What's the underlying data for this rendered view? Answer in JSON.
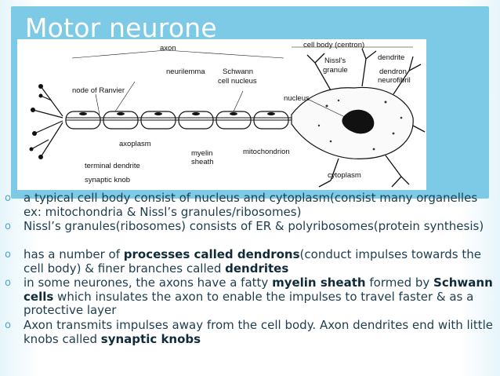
{
  "slide": {
    "title": "Motor neurone",
    "accent": "#7ccae6"
  },
  "diagram": {
    "labels": {
      "axon": "axon",
      "cell_body": "cell body (centron)",
      "neurilemma": "neurilemma",
      "node_of_ranvier": "node of Ranvier",
      "schwann_cell_nucleus": "Schwann\ncell nucleus",
      "nissls_granule": "Nissl's\ngranule",
      "dendrite": "dendrite",
      "dendron": "dendron",
      "neurofibril": "neurofibril",
      "nucleus": "nucleus",
      "axoplasm": "axoplasm",
      "myelin_sheath": "myelin\nsheath",
      "mitochondrion": "mitochondrion",
      "terminal_dendrite": "terminal dendrite",
      "synaptic_knob": "synaptic knob",
      "cytoplasm": "cytoplasm"
    }
  },
  "bullets": [
    {
      "mark": "o",
      "segments": [
        {
          "text": "a typical cell body consist of nucleus and cytoplasm(consist many organelles ex: mitochondria & Nissl’s granules/ribosomes)",
          "bold": false
        }
      ]
    },
    {
      "mark": "o",
      "segments": [
        {
          "text": "Nissl’s granules(ribosomes) consists of ER & polyribosomes(protein synthesis)",
          "bold": false
        }
      ]
    },
    {
      "mark": "o",
      "segments": [
        {
          "text": "has a number of ",
          "bold": false
        },
        {
          "text": "processes called dendrons",
          "bold": true
        },
        {
          "text": "(conduct impulses towards the cell body) & finer branches called ",
          "bold": false
        },
        {
          "text": "dendrites",
          "bold": true
        }
      ]
    },
    {
      "mark": "o",
      "segments": [
        {
          "text": "in some neurones, the axons have a fatty ",
          "bold": false
        },
        {
          "text": "myelin sheath",
          "bold": true
        },
        {
          "text": " formed by ",
          "bold": false
        },
        {
          "text": "Schwann cells",
          "bold": true
        },
        {
          "text": " which insulates the axon to enable the impulses to travel faster & as a protective layer",
          "bold": false
        }
      ]
    },
    {
      "mark": "o",
      "segments": [
        {
          "text": "Axon transmits impulses away from the cell body. Axon dendrites end with little knobs called ",
          "bold": false
        },
        {
          "text": "synaptic knobs",
          "bold": true
        }
      ]
    }
  ]
}
